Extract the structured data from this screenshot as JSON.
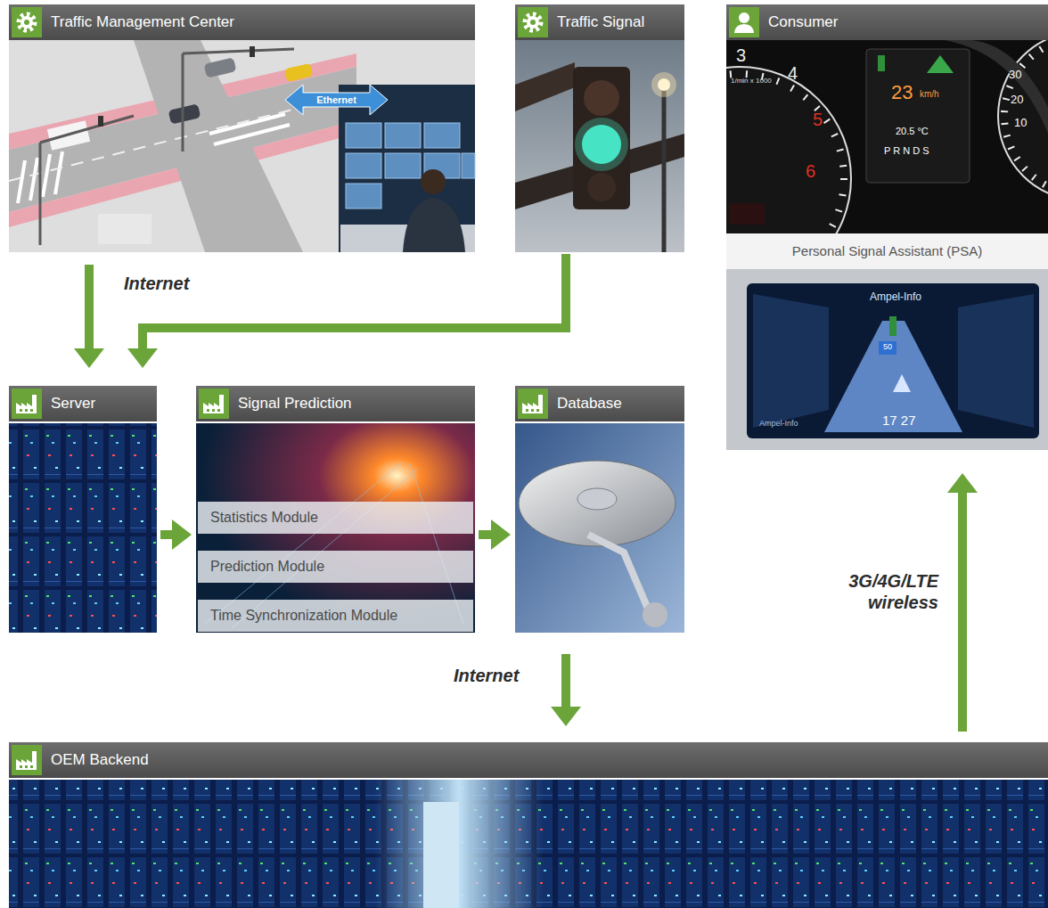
{
  "diagram": {
    "nodes": [
      {
        "text": [
          "Traffic Management Center"
        ]
      },
      {
        "text": [
          "Traffic Signal"
        ]
      },
      {
        "text": [
          "Consumer",
          "Personal Signal Assistant (PSA)"
        ]
      },
      {
        "text": [
          "Server"
        ]
      },
      {
        "text": [
          "Signal Prediction"
        ]
      },
      {
        "text": [
          "Statistics Module"
        ],
        "in": 4
      },
      {
        "text": [
          "Prediction Module"
        ],
        "in": 4
      },
      {
        "text": [
          "Time Synchronization Module"
        ],
        "in": 4
      },
      {
        "text": [
          "Database"
        ]
      },
      {
        "text": [
          "OEM Backend"
        ]
      }
    ],
    "edges": [
      {
        "from": 0,
        "to": 3,
        "label": "Internet",
        "arrow": "to"
      },
      {
        "from": 1,
        "to": 3,
        "arrow": "to"
      },
      {
        "from": 3,
        "to": 4,
        "arrow": "to"
      },
      {
        "from": 4,
        "to": 8,
        "arrow": "to"
      },
      {
        "from": 8,
        "to": 9,
        "label": "Internet",
        "arrow": "to"
      },
      {
        "from": 9,
        "to": 2,
        "label": "3G/4G/LTE wireless",
        "arrow": "to"
      }
    ],
    "labels": [
      "Ethernet",
      "3",
      "4",
      "5",
      "6",
      "1/min x 1000",
      "23",
      "km/h",
      "20.5 °C",
      "P R N D S",
      "30",
      "20",
      "10",
      "Ampel-Info",
      "50",
      "Ampel-Info",
      "17 27"
    ]
  }
}
